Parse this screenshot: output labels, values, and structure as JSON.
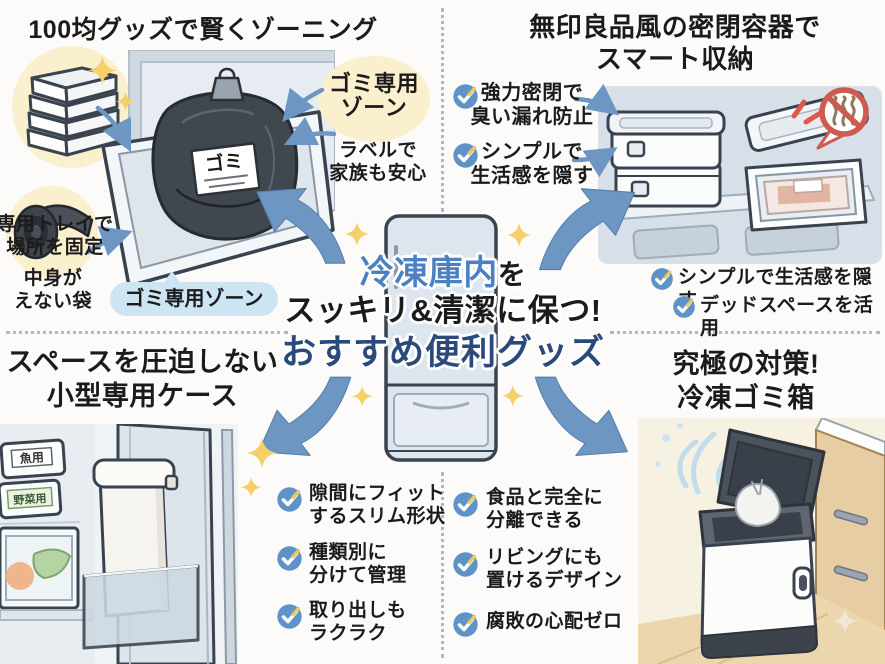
{
  "page": {
    "background": "#fcfbf9"
  },
  "colors": {
    "accent_blue": "#4c80c2",
    "navy": "#2b4a7c",
    "arrow_blue": "#6e96c3",
    "check_blue": "#5f93c8",
    "sparkle_yellow": "#f5cf6a",
    "bubble_blue": "#cde4f3",
    "circle_cream": "#fbf0cd",
    "prohibit_red": "#cc5b50"
  },
  "icons": {
    "check": "✓",
    "sparkle": "✦",
    "big_arrow": "➔",
    "no_odor": "🚫"
  },
  "center": {
    "title_highlight": "冷凍庫内",
    "title_suffix": "を",
    "title_line2": "スッキリ&清潔に保つ!",
    "title_line3": "おすすめ便利グッズ"
  },
  "top_left": {
    "title": "100均グッズで賢くゾーニング",
    "tray_note": "専用トレイで\n場所を固定",
    "zone_circle": "ゴミ専用\nゾーン",
    "label_note": "ラベルで\n家族も安心",
    "roll_note": "中身が\nえない袋",
    "zone_bubble": "ゴミ専用ゾーン",
    "bag_tag": "ゴミ"
  },
  "top_right": {
    "title_line1": "無印良品風の密閉容器で",
    "title_line2": "スマート収納",
    "checks_side": [
      "強力密閉で\n臭い漏れ防止",
      "シンプルで\n生活感を隠す"
    ],
    "checks_bottom": [
      "シンプルで生活感を隠す",
      "デッドスペースを活用"
    ]
  },
  "bottom_left": {
    "title_line1": "スペースを圧迫しない",
    "title_line2": "小型専用ケース",
    "checks": [
      "隙間にフィット\nするスリム形状",
      "種類別に\n分けて管理",
      "取り出しも\nラクラク"
    ],
    "case_labels": [
      "魚用",
      "野菜用"
    ]
  },
  "bottom_right": {
    "title_line1": "究極の対策!",
    "title_line2": "冷凍ゴミ箱",
    "checks": [
      "食品と完全に\n分離できる",
      "リビングにも\n置けるデザイン",
      "腐敗の心配ゼロ"
    ]
  }
}
